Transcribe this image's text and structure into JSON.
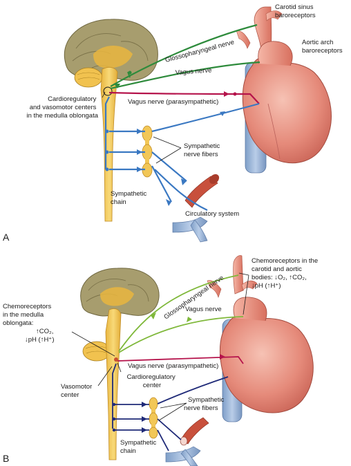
{
  "colors": {
    "glossopharyngeal_a": "#2e8b3c",
    "vagus_sensory_a": "#2e8b3c",
    "parasympathetic": "#b5134b",
    "sympathetic_a": "#3a78c2",
    "sensory_b": "#7fb83a",
    "sympathetic_b": "#1f2a78",
    "brain": "#a79d6e",
    "brainstem": "#f0c860",
    "heart": "#e58a7a",
    "vessel_blue": "#8fb1e0"
  },
  "panel_a": {
    "letter": "A",
    "labels": {
      "carotid_sinus": [
        "Carotid sinus",
        "baroreceptors"
      ],
      "aortic_arch": [
        "Aortic arch",
        "baroreceptors"
      ],
      "glossopharyngeal": "Glossopharyngeal nerve",
      "vagus": "Vagus nerve",
      "vagus_para": "Vagus nerve (parasympathetic)",
      "centers": [
        "Cardioregulatory",
        "and vasomotor centers",
        "in the medulla oblongata"
      ],
      "sympathetic_fibers": [
        "Sympathetic",
        "nerve fibers"
      ],
      "sympathetic_chain": [
        "Sympathetic",
        "chain"
      ],
      "circulatory": "Circulatory system"
    }
  },
  "panel_b": {
    "letter": "B",
    "labels": {
      "peripheral_chemo": [
        "Chemoreceptors in the",
        "carotid and aortic",
        "bodies: ↓O₂, ↑CO₂,",
        "↓pH (↑H⁺)"
      ],
      "glossopharyngeal": "Glossopharyngeal nerve",
      "vagus": "Vagus nerve",
      "central_chemo": [
        "Chemoreceptors",
        "in the medulla",
        "oblongata:",
        "↑CO₂,",
        "↓pH (↑H⁺)"
      ],
      "vagus_para": "Vagus nerve (parasympathetic)",
      "cardioregulatory": [
        "Cardioregulatory",
        "center"
      ],
      "vasomotor": [
        "Vasomotor",
        "center"
      ],
      "sympathetic_fibers": [
        "Sympathetic",
        "nerve fibers"
      ],
      "sympathetic_chain": [
        "Sympathetic",
        "chain"
      ]
    }
  }
}
